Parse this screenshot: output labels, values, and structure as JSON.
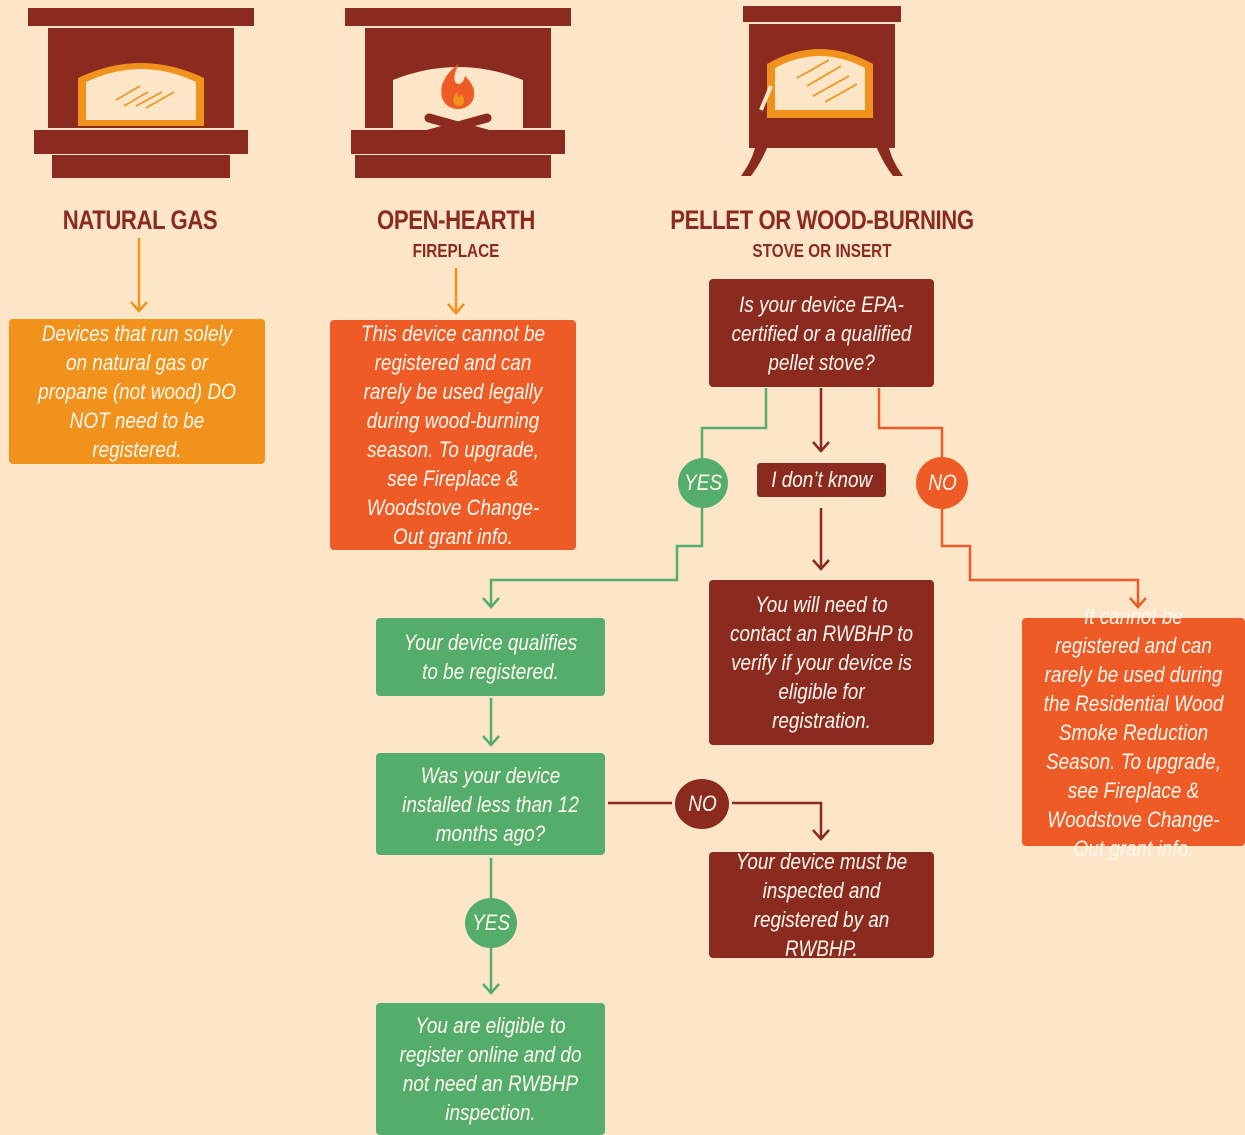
{
  "colors": {
    "background": "#fde6c7",
    "maroon": "#8b2a1f",
    "orange": "#f1921c",
    "red_orange": "#ee5b26",
    "green": "#55ad6c"
  },
  "columns": [
    {
      "title": "NATURAL GAS",
      "subtitle": "",
      "icon": "natural-gas-fireplace-icon",
      "note": "Devices that run solely on natural gas or propane (not wood) DO NOT need to be registered."
    },
    {
      "title": "OPEN-HEARTH",
      "subtitle": "FIREPLACE",
      "icon": "open-hearth-fireplace-icon",
      "note": "This device cannot be registered and can rarely be used legally during wood-burning season. To upgrade, see Fireplace & Woodstove Change-Out grant info."
    },
    {
      "title": "PELLET OR WOOD-BURNING",
      "subtitle": "STOVE OR INSERT",
      "icon": "wood-stove-icon"
    }
  ],
  "flow": {
    "question": "Is your device EPA-certified or a qualified pellet stove?",
    "yes": "YES",
    "dont_know": "I don’t know",
    "no": "NO",
    "qualifies": "Your device qualifies to be registered.",
    "contact": "You will need to contact an RWBHP to verify if your device is eligible for registration.",
    "cannot": "It cannot be registered and can rarely be used during the Residential Wood Smoke Reduction Season. To upgrade, see Fireplace & Woodstove Change-Out grant info.",
    "installed_question": "Was your device installed less than 12 months ago?",
    "no2": "NO",
    "inspect": "Your device must be inspected and registered by an RWBHP.",
    "yes2": "YES",
    "eligible": "You are eligible to register online and do not need an RWBHP inspection."
  }
}
